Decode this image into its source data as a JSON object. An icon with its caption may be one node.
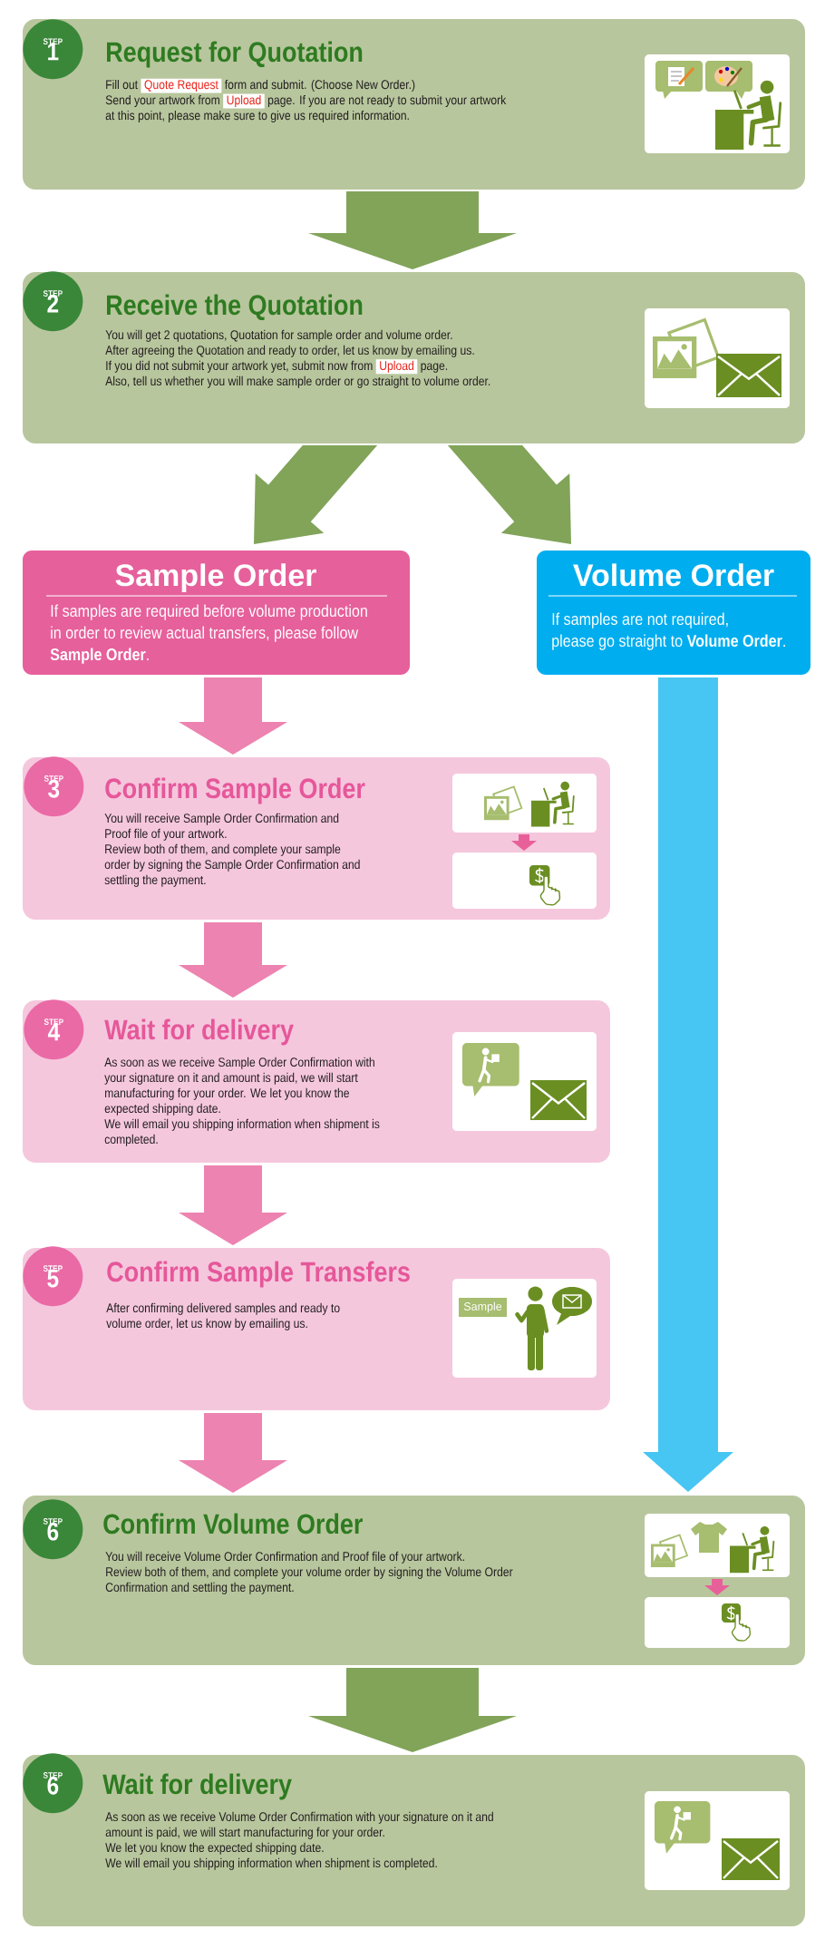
{
  "diagram": {
    "nodes": [
      {
        "text": [
          "Request for Quotation",
          "Fill out",
          "Quote Request",
          "form and submit. (Choose New Order.)",
          "Send your artwork from",
          "Upload",
          "page. If you are not ready to submit your artwork at this point, please make sure to give us required information."
        ]
      },
      {
        "text": [
          "STEP",
          "1"
        ],
        "in": 0
      },
      {
        "text": [],
        "shape": "picture",
        "in": 0
      },
      {
        "text": [
          "Receive the Quotation",
          "You will get 2 quotations, Quotation for sample order and volume order.",
          "After agreeing the Quotation and ready to order, let us know by emailing us.",
          "If you did not submit your artwork yet, submit now from",
          "Upload",
          "page.",
          "Also, tell us whether you will make sample order or go straight to volume order."
        ]
      },
      {
        "text": [
          "STEP",
          "2"
        ],
        "in": 3
      },
      {
        "text": [],
        "shape": "picture",
        "in": 3
      },
      {
        "text": [
          "Sample Order",
          "If samples are required before volume production in order to review actual transfers, please follow **Sample Order**."
        ]
      },
      {
        "text": [
          "Volume Order",
          "If samples are not required,",
          "please go straight to **Volume Order**."
        ]
      },
      {
        "text": [
          "Confirm Sample Order",
          "You will receive Sample Order Confirmation and Proof file of your artwork.",
          "Review both of them, and complete your sample order by signing the Sample Order Confirmation and settling the payment."
        ]
      },
      {
        "text": [
          "STEP",
          "3"
        ],
        "in": 8
      },
      {
        "text": [],
        "shape": "picture",
        "in": 8
      },
      {
        "text": [],
        "shape": "picture",
        "in": 8
      },
      {
        "text": [
          "Wait for delivery",
          "As soon as we receive Sample Order Confirmation with your signature on it and amount is paid, we will start manufacturing for your order. We let you know the expected shipping date.",
          "We will email you shipping information when shipment is completed."
        ]
      },
      {
        "text": [
          "STEP",
          "4"
        ],
        "in": 12
      },
      {
        "text": [],
        "shape": "picture",
        "in": 12
      },
      {
        "text": [
          "Confirm Sample Transfers",
          "After confirming delivered samples and ready to volume order, let us know by emailing us."
        ]
      },
      {
        "text": [
          "STEP",
          "5"
        ],
        "in": 15
      },
      {
        "text": [],
        "shape": "picture",
        "in": 15
      },
      {
        "text": [
          "Sample"
        ],
        "in": 17
      },
      {
        "text": [
          "Confirm Volume Order",
          "You will receive Volume Order Confirmation and Proof file of your artwork.",
          "Review both of them, and complete your volume order by signing the Volume Order Confirmation and settling the payment."
        ]
      },
      {
        "text": [
          "STEP",
          "6"
        ],
        "in": 19
      },
      {
        "text": [],
        "shape": "picture",
        "in": 19
      },
      {
        "text": [],
        "shape": "picture",
        "in": 19
      },
      {
        "text": [
          "Wait for delivery",
          "As soon as we receive Volume Order Confirmation with your signature on it and amount is paid, we will start manufacturing for your order.",
          "We let you know the expected shipping date.",
          "We will email you shipping information when shipment is completed."
        ]
      },
      {
        "text": [
          "STEP",
          "6"
        ],
        "in": 23
      },
      {
        "text": [],
        "shape": "picture",
        "in": 23
      }
    ],
    "edges": [
      {
        "from": 0,
        "to": 3,
        "arrow": "to",
        "color": "#5e8a2a"
      },
      {
        "from": 3,
        "to": 6,
        "arrow": "to",
        "color": "#5e8a2a"
      },
      {
        "from": 3,
        "to": 7,
        "arrow": "to",
        "color": "#5e8a2a"
      },
      {
        "from": 6,
        "to": 8,
        "arrow": "to"
      },
      {
        "from": 8,
        "to": 12,
        "arrow": "to"
      },
      {
        "from": 12,
        "to": 15,
        "arrow": "to"
      },
      {
        "from": 15,
        "to": 19,
        "arrow": "to"
      },
      {
        "from": 7,
        "to": 19,
        "arrow": "to",
        "color": "#00aeef"
      },
      {
        "from": 19,
        "to": 23,
        "arrow": "to",
        "color": "#5e8a2a"
      },
      {
        "from": 10,
        "to": 11,
        "arrow": "to"
      },
      {
        "from": 21,
        "to": 22,
        "arrow": "to"
      }
    ]
  }
}
